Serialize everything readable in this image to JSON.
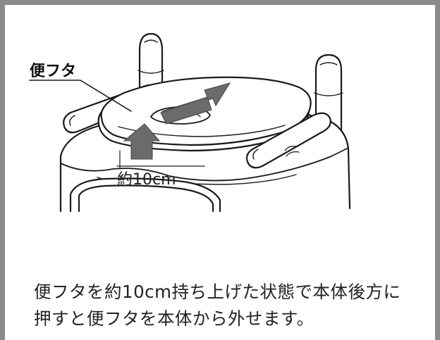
{
  "diagram": {
    "callout": "便フタ",
    "dimension": "約10cm"
  },
  "caption": {
    "line1": "便フタを約10cm持ち上げた状態で本体後方に",
    "line2": "押すと便フタを本体から外せます。"
  }
}
